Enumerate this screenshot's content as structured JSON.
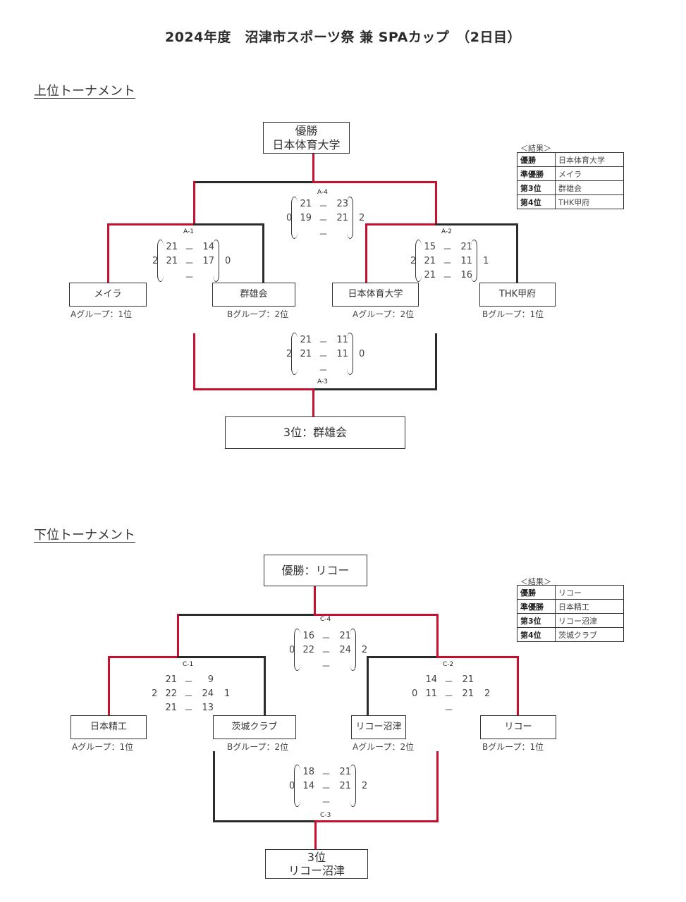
{
  "title": "2024年度　沼津市スポーツ祭 兼 SPAカップ　（2日目）",
  "colors": {
    "winner_line": "#c8102e",
    "normal_line": "#2b2b2b"
  },
  "upper": {
    "heading": "上位トーナメント",
    "champion_box": [
      "優勝",
      "日本体育大学"
    ],
    "third_box": "3位：群雄会",
    "results": {
      "caption": "＜結果＞",
      "rows": [
        {
          "rank": "優勝",
          "team": "日本体育大学"
        },
        {
          "rank": "準優勝",
          "team": "メイラ"
        },
        {
          "rank": "第3位",
          "team": "群雄会"
        },
        {
          "rank": "第4位",
          "team": "THK甲府"
        }
      ]
    },
    "teams": [
      {
        "name": "メイラ",
        "group": "Aグループ：1位"
      },
      {
        "name": "群雄会",
        "group": "Bグループ：2位"
      },
      {
        "name": "日本体育大学",
        "group": "Aグループ：2位"
      },
      {
        "name": "THK甲府",
        "group": "Bグループ：1位"
      }
    ],
    "matches": {
      "A1": {
        "label": "A-1",
        "left_sets": "2",
        "right_sets": "0",
        "games": [
          [
            "21",
            "14"
          ],
          [
            "21",
            "17"
          ],
          [
            "",
            ""
          ]
        ]
      },
      "A2": {
        "label": "A-2",
        "left_sets": "2",
        "right_sets": "1",
        "games": [
          [
            "15",
            "21"
          ],
          [
            "21",
            "11"
          ],
          [
            "21",
            "16"
          ]
        ]
      },
      "A3": {
        "label": "A-3",
        "left_sets": "2",
        "right_sets": "0",
        "games": [
          [
            "21",
            "11"
          ],
          [
            "21",
            "11"
          ],
          [
            "",
            ""
          ]
        ]
      },
      "A4": {
        "label": "A-4",
        "left_sets": "0",
        "right_sets": "2",
        "games": [
          [
            "21",
            "23"
          ],
          [
            "19",
            "21"
          ],
          [
            "",
            ""
          ]
        ]
      }
    }
  },
  "lower": {
    "heading": "下位トーナメント",
    "champion_box": "優勝：リコー",
    "third_box": [
      "3位",
      "リコー沼津"
    ],
    "results": {
      "caption": "＜結果＞",
      "rows": [
        {
          "rank": "優勝",
          "team": "リコー"
        },
        {
          "rank": "準優勝",
          "team": "日本精工"
        },
        {
          "rank": "第3位",
          "team": "リコー沼津"
        },
        {
          "rank": "第4位",
          "team": "茨城クラブ"
        }
      ]
    },
    "teams": [
      {
        "name": "日本精工",
        "group": "Aグループ：1位"
      },
      {
        "name": "茨城クラブ",
        "group": "Bグループ：2位"
      },
      {
        "name": "リコー沼津",
        "group": "Aグループ：2位"
      },
      {
        "name": "リコー",
        "group": "Bグループ：1位"
      }
    ],
    "matches": {
      "C1": {
        "label": "C-1",
        "left_sets": "2",
        "right_sets": "1",
        "games": [
          [
            "21",
            "9"
          ],
          [
            "22",
            "24"
          ],
          [
            "21",
            "13"
          ]
        ]
      },
      "C2": {
        "label": "C-2",
        "left_sets": "0",
        "right_sets": "2",
        "games": [
          [
            "14",
            "21"
          ],
          [
            "11",
            "21"
          ],
          [
            "",
            ""
          ]
        ]
      },
      "C3": {
        "label": "C-3",
        "left_sets": "0",
        "right_sets": "2",
        "games": [
          [
            "18",
            "21"
          ],
          [
            "14",
            "21"
          ],
          [
            "",
            ""
          ]
        ]
      },
      "C4": {
        "label": "C-4",
        "left_sets": "0",
        "right_sets": "2",
        "games": [
          [
            "16",
            "21"
          ],
          [
            "22",
            "24"
          ],
          [
            "",
            ""
          ]
        ]
      }
    },
    "dash": "－"
  }
}
